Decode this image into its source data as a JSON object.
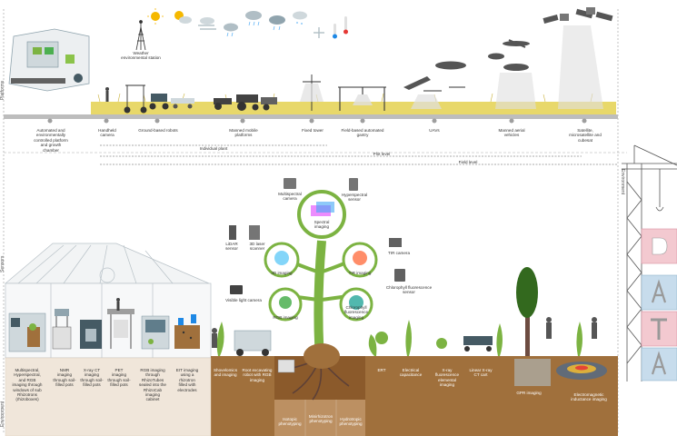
{
  "sections": {
    "platforms": "Platforms",
    "sensors": "Sensors",
    "environment_left": "Environment",
    "environment_right": "Environment"
  },
  "platforms": [
    {
      "key": "chamber",
      "label": "Automated and\nenvironmentally\ncontrolled platform\nand growth\nchamber"
    },
    {
      "key": "handheld",
      "label": "Handheld\ncamera"
    },
    {
      "key": "robots",
      "label": "Ground-based robots"
    },
    {
      "key": "manned",
      "label": "Manned mobile\nplatforms"
    },
    {
      "key": "tower",
      "label": "Fixed tower"
    },
    {
      "key": "gantry",
      "label": "Field-based automated\ngantry"
    },
    {
      "key": "uav",
      "label": "UAVs"
    },
    {
      "key": "aerial",
      "label": "Manned aerial\nvehicles"
    },
    {
      "key": "satellite",
      "label": "Satellite,\nmicrosatellite and\ncubesat"
    }
  ],
  "weather_station": "Weather\nenvironmental station",
  "scales": {
    "individual": "Individual plant",
    "plot": "Plot level",
    "field": "Field level"
  },
  "sensors": {
    "multispectral": "Multispectral\ncamera",
    "hyperspectral": "Hyperspectral\nsensor",
    "spectral_imaging": "Spectral\nimaging",
    "lidar": "LiDAR\nsensor",
    "scanner_3d": "3D laser\nscanner",
    "tir_camera": "TIR camera",
    "imaging_3d": "3D imaging",
    "tir_imaging": "TIR imaging",
    "visible_light": "Visible light camera",
    "chlorophyll_sensor": "Chlorophyll fluorescence\nsensor",
    "rgb_imaging": "RGB imaging",
    "chlorophyll_imaging": "Chlorophyll\nfluorescence\nimaging"
  },
  "bottom_labels": [
    {
      "key": "multispectral_rhizo",
      "label": "Multispectral,\nHyperspectral,\nand RGB\nimaging through\nwindows of sub\nRhizotrons\n(rhizoboxes)"
    },
    {
      "key": "nmr",
      "label": "NMR\nimaging\nthrough soil-\nfilled pots"
    },
    {
      "key": "xray_ct",
      "label": "X-ray CT\nimaging\nthrough soil-\nfilled pots"
    },
    {
      "key": "pet",
      "label": "PET\nimaging\nthrough soil-\nfilled pots"
    },
    {
      "key": "rgb_rhizotube",
      "label": "RGB imaging\nthrough\nRhizoTubes\nsealed into the\nRhizoCab\nimaging\ncabinet"
    },
    {
      "key": "eit",
      "label": "EIT imaging\nusing a\nrhizotron\nfilled with\nelectrodes"
    },
    {
      "key": "shovelomics",
      "label": "Shovelomics\nand imaging"
    },
    {
      "key": "root_robot",
      "label": "Root excavating\nrobot with RGB\nimaging"
    },
    {
      "key": "ert",
      "label": "ERT"
    },
    {
      "key": "capacitance",
      "label": "Electrical\ncapacitance"
    },
    {
      "key": "xray_fluor",
      "label": "X-ray\nfluorescence\nelemental\nimaging"
    },
    {
      "key": "linear_xray",
      "label": "Linear X-ray\nCT cart"
    },
    {
      "key": "gpr",
      "label": "GPR imaging"
    },
    {
      "key": "emi",
      "label": "Electromagnetic\ninductance imaging"
    }
  ],
  "soil_labels": {
    "isotopic": "Isotopic\nphenotyping",
    "minirhizo": "Minirhizotron\nphenotyping",
    "hydraulic": "Hydrotropic\nphenotyping"
  },
  "colors": {
    "tree_green": "#7cb342",
    "tree_dark": "#2e7d32",
    "soil": "#a0703c",
    "soil_deep": "#8b5a2b",
    "grass": "#e6d36a",
    "sky_platform_bg": "#f7f7f7",
    "greenhouse_line": "#b9c2c8",
    "crane": "#555555",
    "block_pink": "#f3c9d0",
    "block_blue": "#c7dcec"
  },
  "icons": [
    "sun-icon",
    "cloud-icon",
    "rain-icon",
    "thermometer-icon",
    "satellite-icon",
    "uav-icon",
    "airplane-icon",
    "helicopter-icon",
    "tractor-icon",
    "robot-icon",
    "greenhouse-icon",
    "crane-icon",
    "camera-icon",
    "scanner-icon",
    "tree-icon",
    "person-icon"
  ]
}
